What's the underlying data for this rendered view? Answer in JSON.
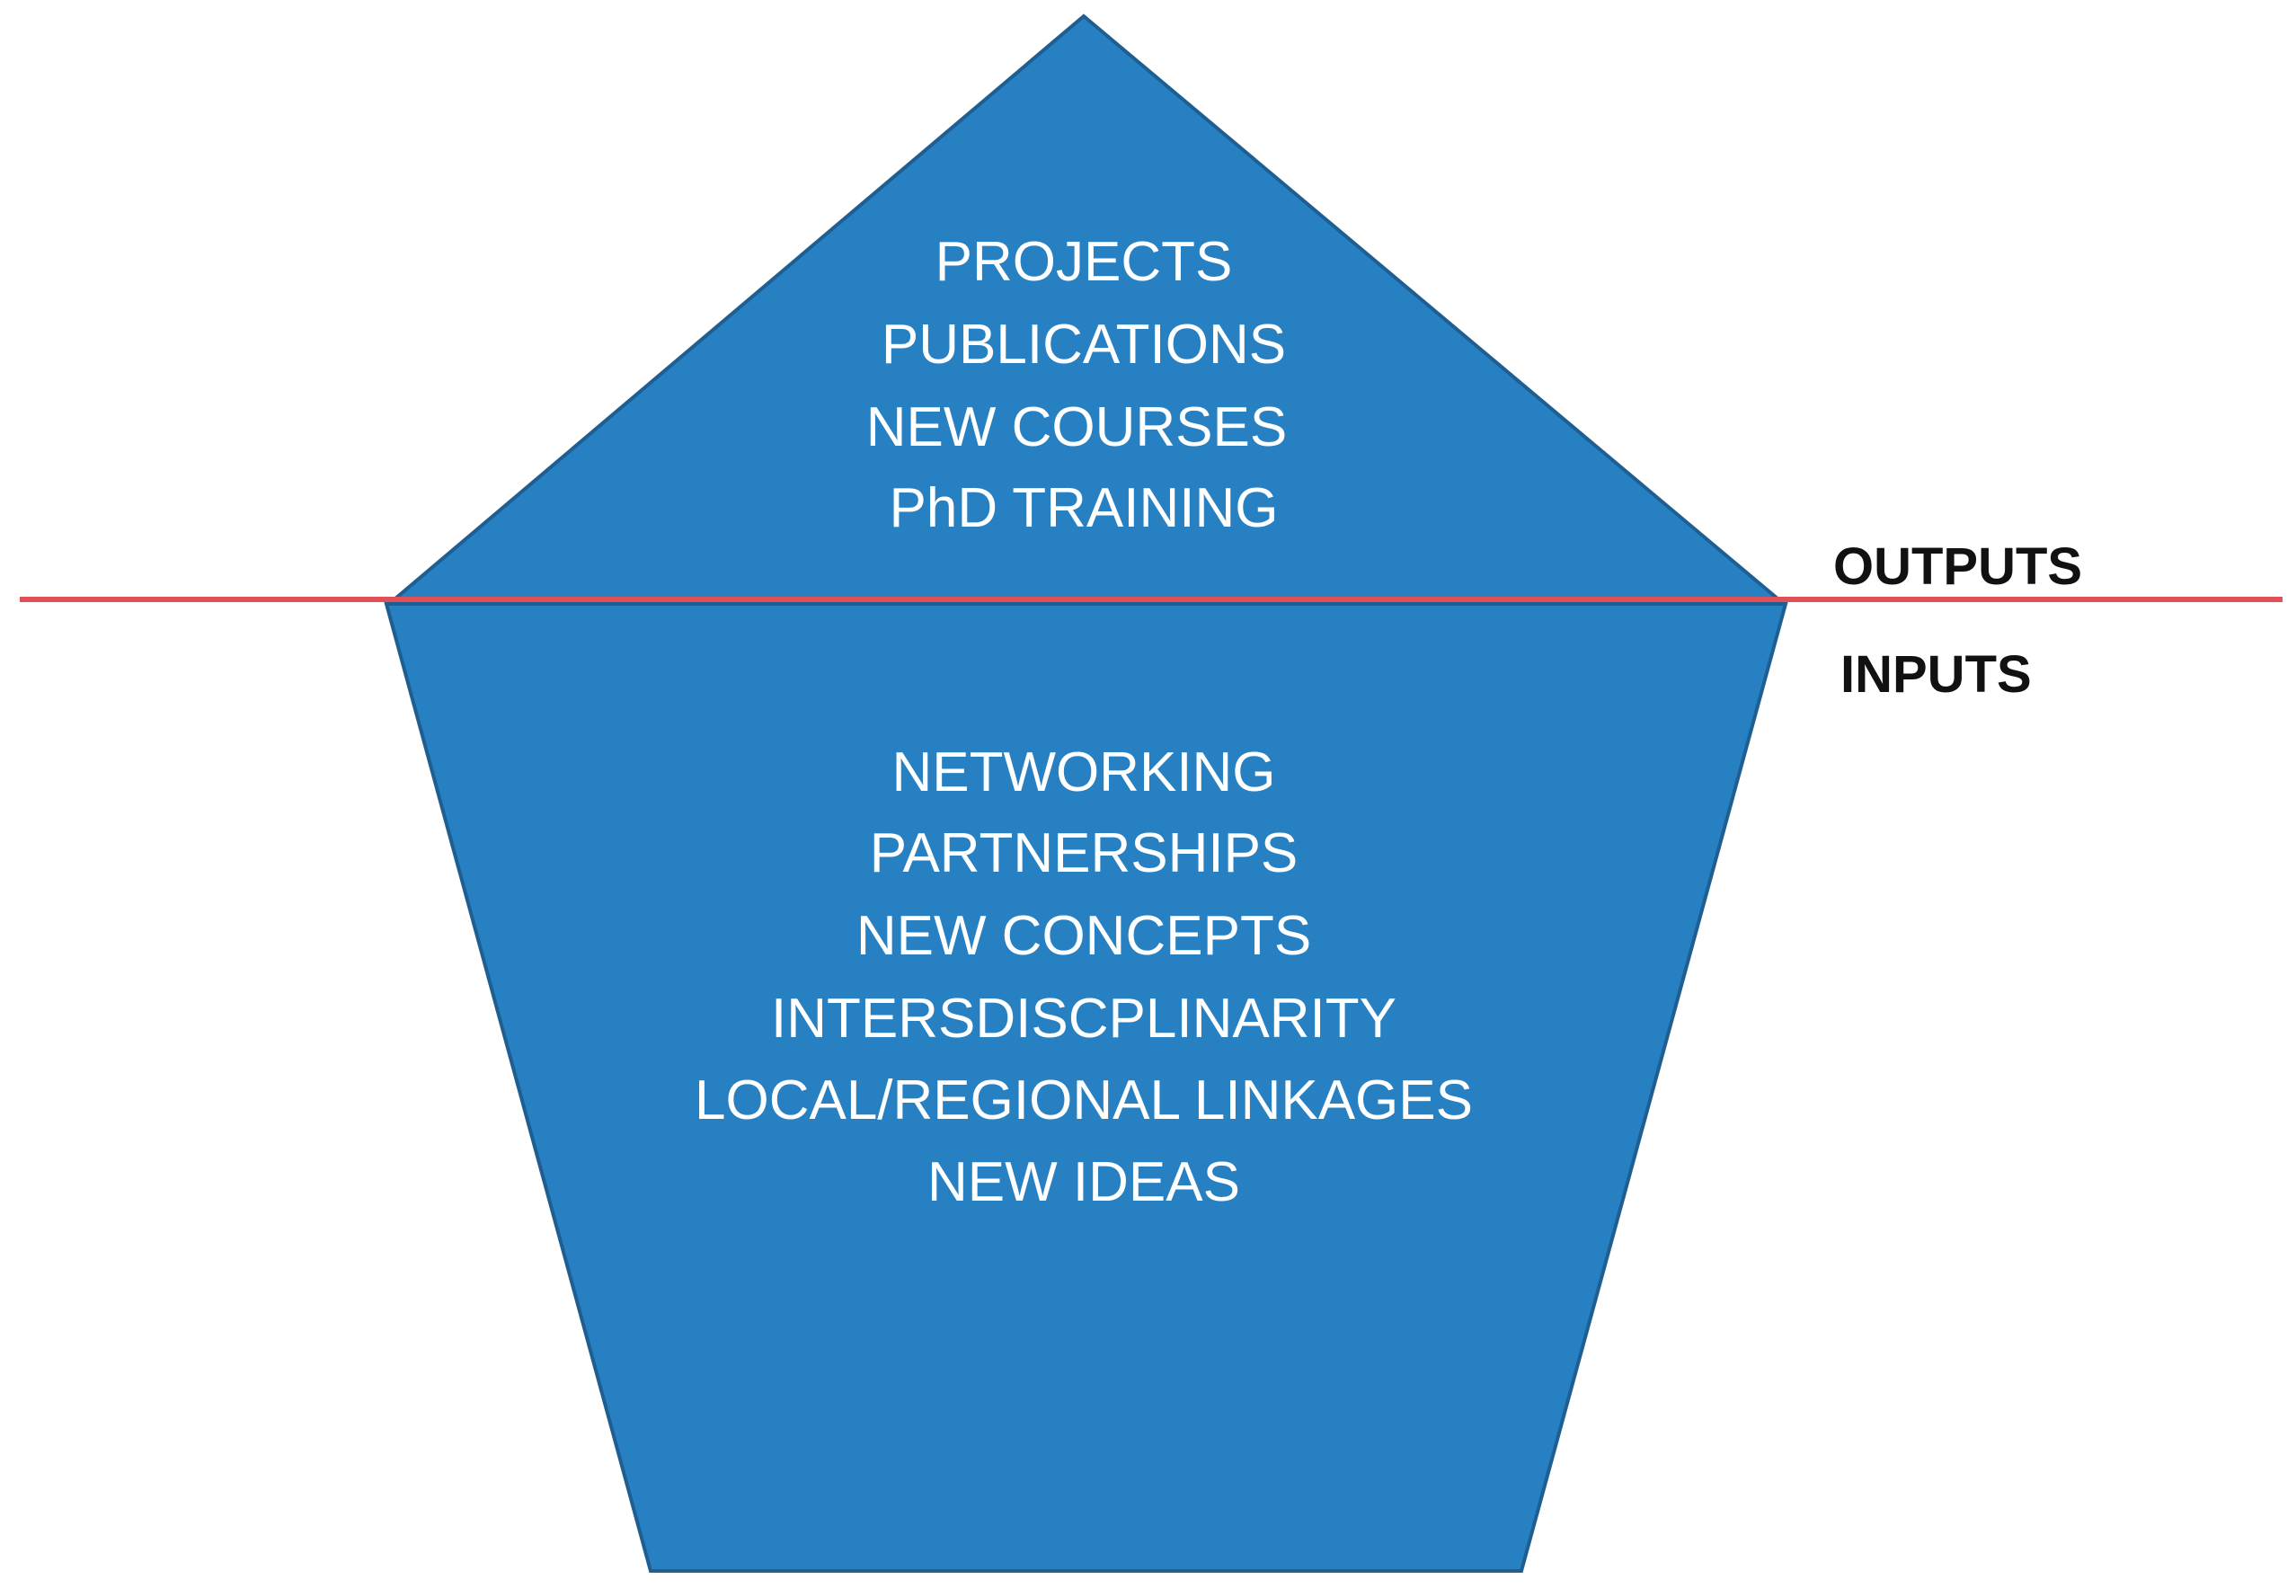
{
  "colors": {
    "shape_fill": "#2680C2",
    "shape_stroke": "#1F5E91",
    "divider_line": "#E05057",
    "text_inside": "#FFFFFF",
    "text_outside": "#111111"
  },
  "outputs": {
    "label": "OUTPUTS",
    "items": [
      "PROJECTS",
      "PUBLICATIONS",
      "NEW COURSES",
      "PhD TRAINING"
    ]
  },
  "inputs": {
    "label": "INPUTS",
    "items": [
      "NETWORKING",
      "PARTNERSHIPS",
      "NEW CONCEPTS",
      "INTERSDISCPLINARITY",
      "LOCAL/REGIONAL LINKAGES",
      "NEW IDEAS"
    ]
  }
}
